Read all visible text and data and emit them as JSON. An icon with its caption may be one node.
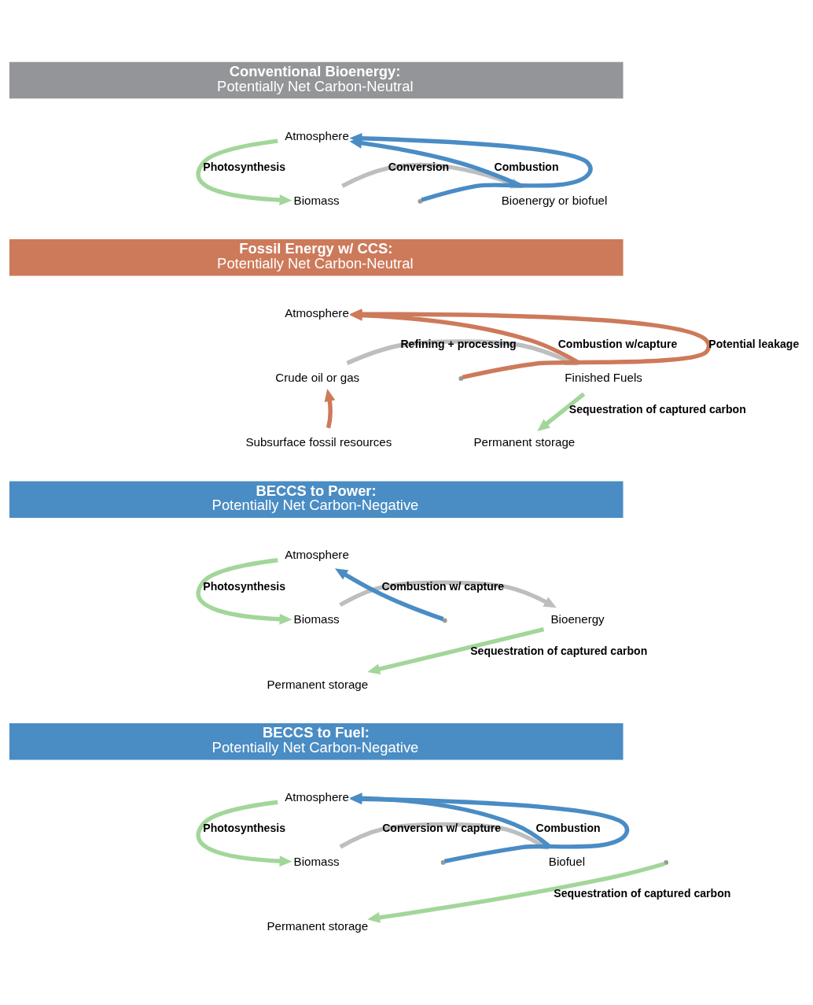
{
  "diagram": {
    "nodes": [
      {
        "text": [
          "Conventional Bioenergy:",
          "Potentially Net Carbon-Neutral"
        ]
      },
      {
        "text": [
          "Atmosphere"
        ]
      },
      {
        "text": [
          "Biomass"
        ]
      },
      {
        "text": [
          "Bioenergy or biofuel"
        ]
      },
      {
        "text": [
          "Fossil Energy w/ CCS:",
          "Potentially Net Carbon-Neutral"
        ]
      },
      {
        "text": [
          "Atmosphere"
        ]
      },
      {
        "text": [
          "Crude oil or gas"
        ]
      },
      {
        "text": [
          "Finished Fuels"
        ]
      },
      {
        "text": [
          "Subsurface fossil resources"
        ]
      },
      {
        "text": [
          "Permanent storage"
        ]
      },
      {
        "text": [
          "BECCS to Power:",
          "Potentially Net Carbon-Negative"
        ]
      },
      {
        "text": [
          "Atmosphere"
        ]
      },
      {
        "text": [
          "Biomass"
        ]
      },
      {
        "text": [
          "Bioenergy"
        ]
      },
      {
        "text": [
          "Permanent storage"
        ]
      },
      {
        "text": [
          "BECCS to Fuel:",
          "Potentially Net Carbon-Negative"
        ]
      },
      {
        "text": [
          "Atmosphere"
        ]
      },
      {
        "text": [
          "Biomass"
        ]
      },
      {
        "text": [
          "Biofuel"
        ]
      },
      {
        "text": [
          "Permanent storage"
        ]
      }
    ],
    "edges": [
      {
        "from": 1,
        "to": 2,
        "arrow": "to",
        "label": "Photosynthesis",
        "color": "#a3d69a"
      },
      {
        "from": 2,
        "to": 3,
        "arrow": "to",
        "label": "Conversion",
        "color": "#bcbec0"
      },
      {
        "from": 3,
        "to": 1,
        "arrow": "to",
        "label": "Combustion",
        "color": "#4a8cc4"
      },
      {
        "from": null,
        "to": 1,
        "arrow": "to",
        "color": "#4a8cc4"
      },
      {
        "from": 8,
        "to": 6,
        "arrow": "to",
        "color": "#cd7a5a"
      },
      {
        "from": 6,
        "to": 7,
        "arrow": "to",
        "label": "Refining + processing",
        "color": "#bcbec0"
      },
      {
        "from": null,
        "to": 5,
        "arrow": "to",
        "label": "Potential leakage",
        "color": "#cd7a5a"
      },
      {
        "from": 7,
        "to": 5,
        "arrow": "to",
        "label": "Combustion w/capture",
        "color": "#cd7a5a"
      },
      {
        "from": 7,
        "to": 9,
        "arrow": "to",
        "label": "Sequestration of captured carbon",
        "color": "#a3d69a"
      },
      {
        "from": 11,
        "to": 12,
        "arrow": "to",
        "label": "Photosynthesis",
        "color": "#a3d69a"
      },
      {
        "from": 12,
        "to": 13,
        "arrow": "to",
        "label": "Combustion w/ capture",
        "color": "#bcbec0"
      },
      {
        "from": null,
        "to": 11,
        "arrow": "to",
        "color": "#4a8cc4"
      },
      {
        "from": 13,
        "to": 14,
        "arrow": "to",
        "label": "Sequestration of captured carbon",
        "color": "#a3d69a"
      },
      {
        "from": 16,
        "to": 17,
        "arrow": "to",
        "label": "Photosynthesis",
        "color": "#a3d69a"
      },
      {
        "from": 17,
        "to": 18,
        "arrow": "to",
        "label": "Conversion w/ capture",
        "color": "#bcbec0"
      },
      {
        "from": null,
        "to": 16,
        "arrow": "to",
        "color": "#4a8cc4"
      },
      {
        "from": 18,
        "to": 16,
        "arrow": "to",
        "label": "Combustion",
        "color": "#4a8cc4"
      },
      {
        "from": null,
        "to": 19,
        "arrow": "to",
        "label": "Sequestration of captured carbon",
        "color": "#a3d69a"
      }
    ]
  }
}
